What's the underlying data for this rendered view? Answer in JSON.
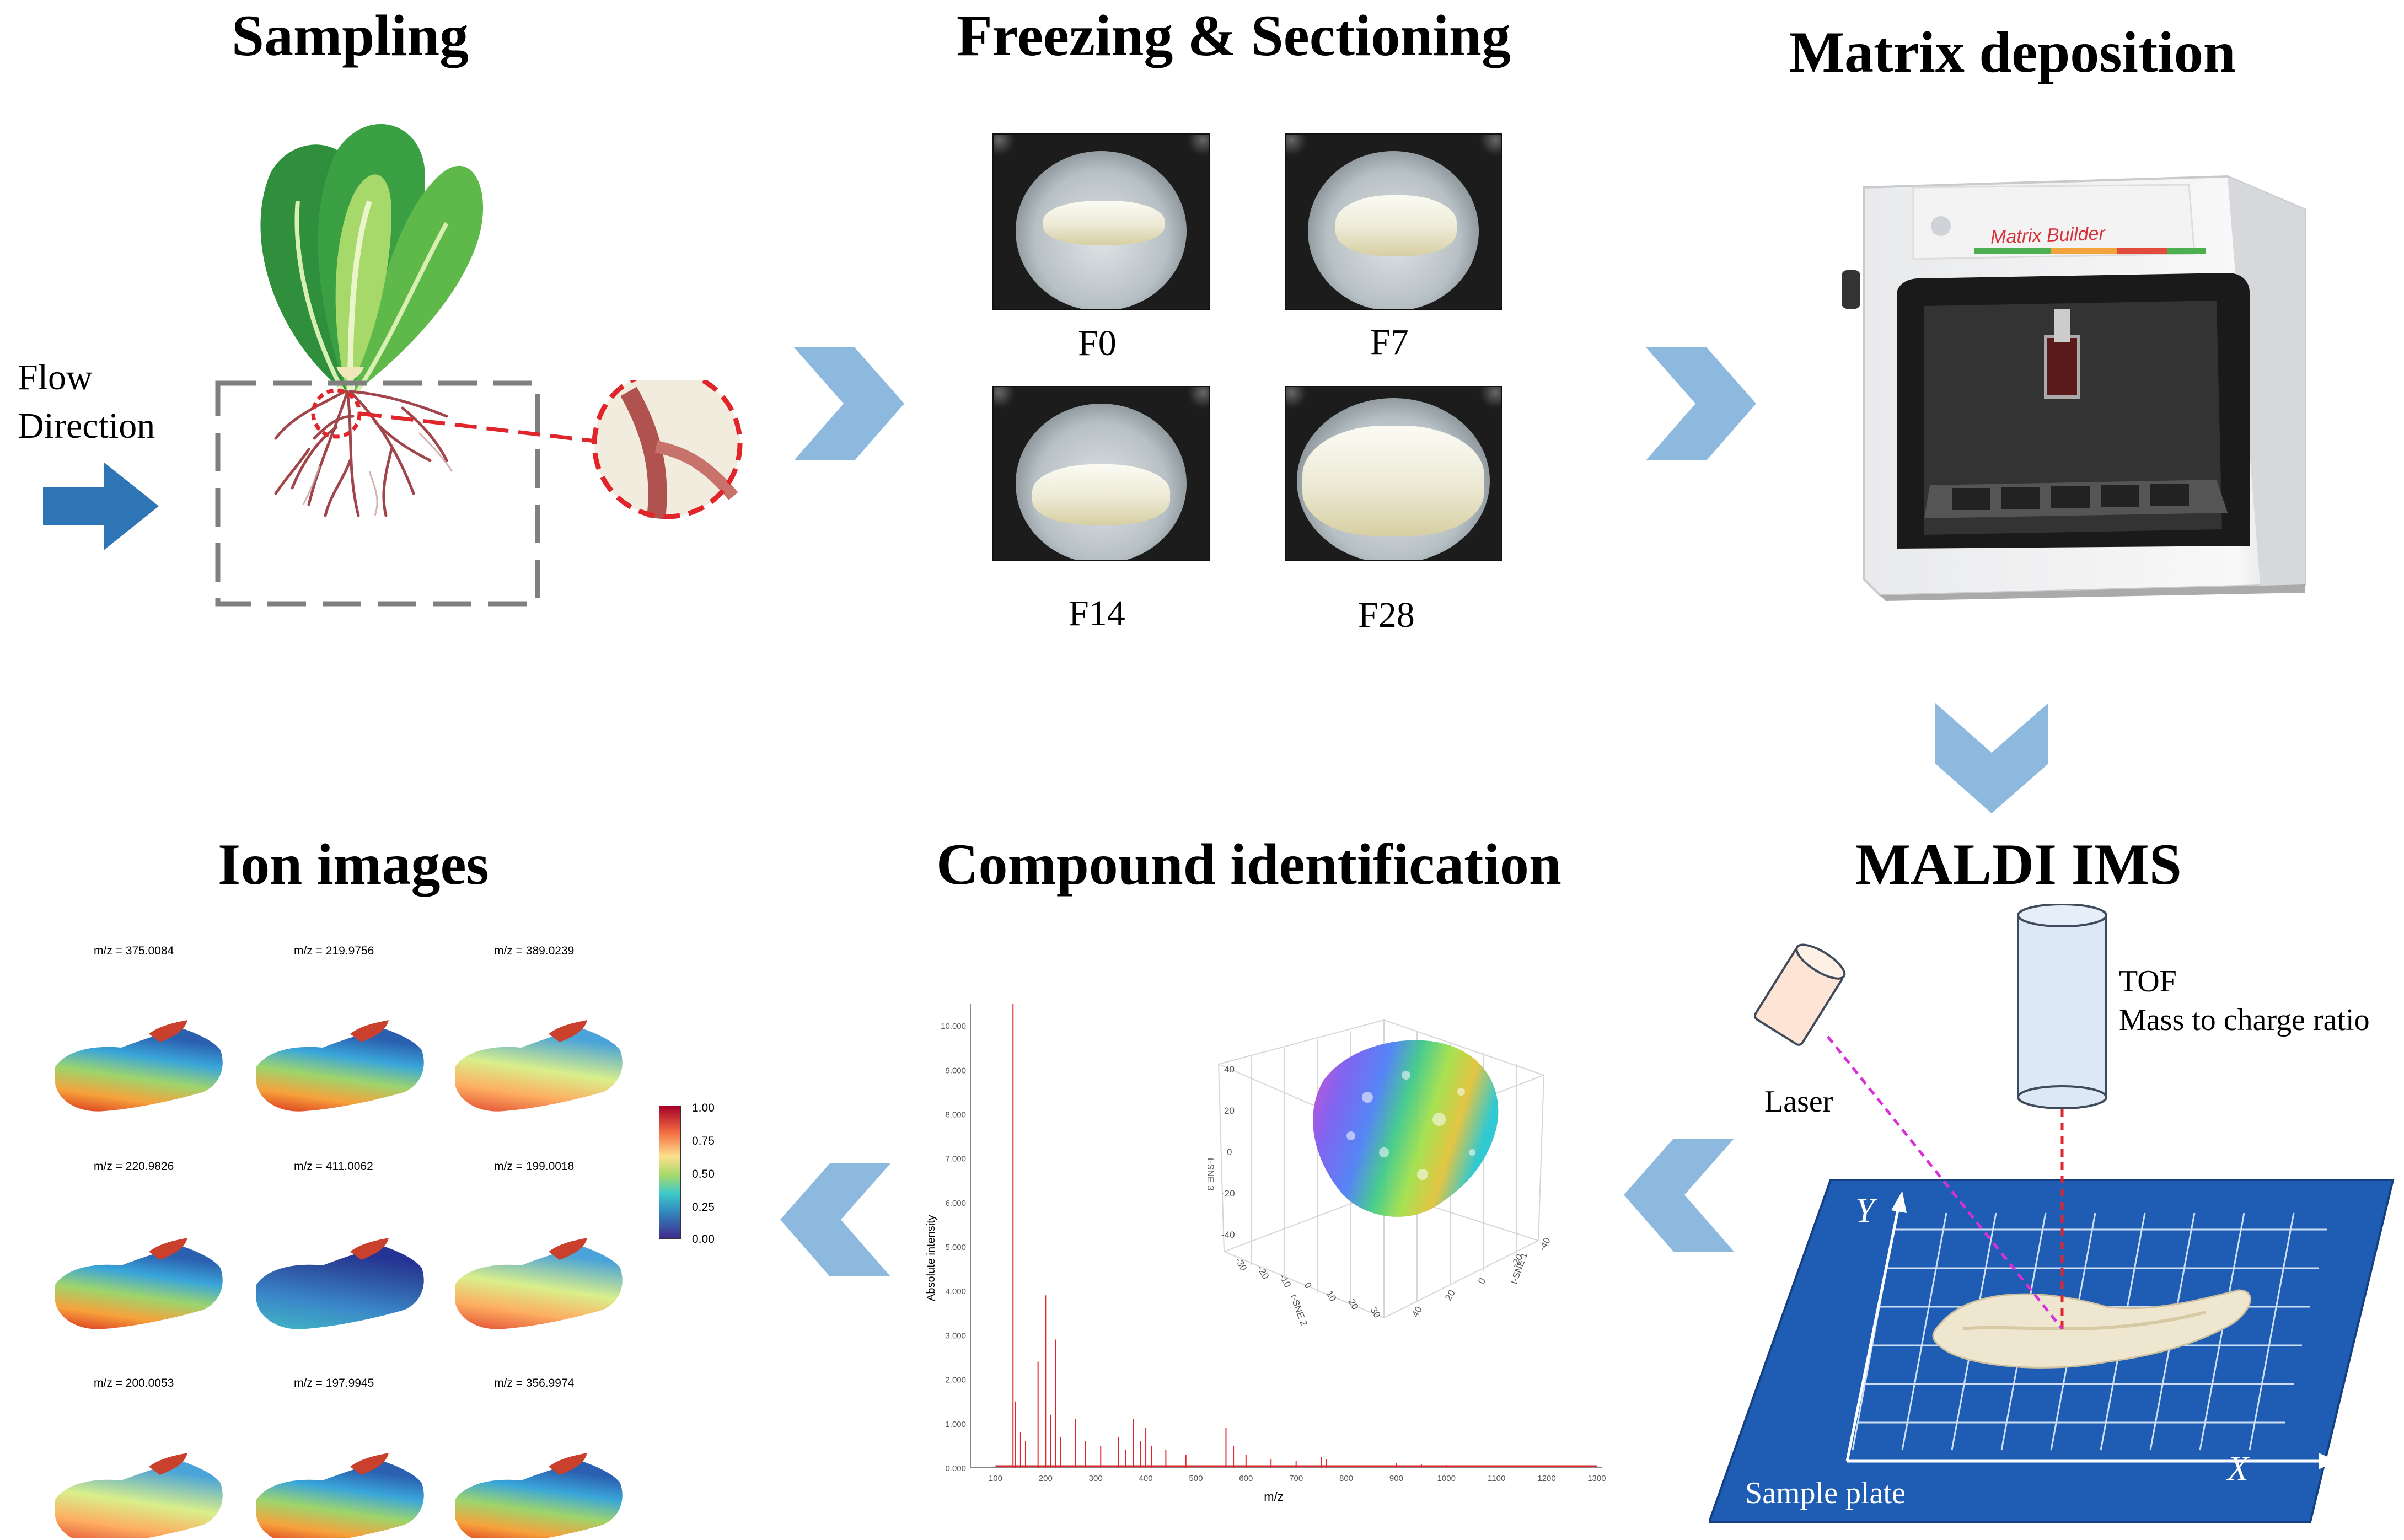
{
  "titles": {
    "sampling": "Sampling",
    "freezing": "Freezing & Sectioning",
    "matrix": "Matrix deposition",
    "ion_images": "Ion images",
    "compound": "Compound identification",
    "maldi": "MALDI IMS"
  },
  "sampling": {
    "flow_line1": "Flow",
    "flow_line2": "Direction"
  },
  "freezing": {
    "samples": [
      "F0",
      "F7",
      "F14",
      "F28"
    ]
  },
  "matrix": {
    "device_label": "Matrix Builder"
  },
  "maldi": {
    "tof_line1": "TOF",
    "tof_line2": "Mass to charge ratio",
    "laser": "Laser",
    "sample_plate": "Sample plate",
    "axis_x": "X",
    "axis_y": "Y"
  },
  "ion_images": {
    "mz_labels": [
      "m/z = 375.0084",
      "m/z = 219.9756",
      "m/z = 389.0239",
      "m/z = 220.9826",
      "m/z = 411.0062",
      "m/z = 199.0018",
      "m/z = 200.0053",
      "m/z = 197.9945",
      "m/z = 356.9974"
    ],
    "colorbar_ticks": [
      "1.00",
      "0.75",
      "0.50",
      "0.25",
      "0.00"
    ]
  },
  "spectrum": {
    "ylabel": "Absolute intensity",
    "xlabel": "m/z",
    "y_ticks": [
      "0.000",
      "1.000",
      "2.000",
      "3.000",
      "4.000",
      "5.000",
      "6.000",
      "7.000",
      "8.000",
      "9.000",
      "10.000"
    ],
    "x_ticks": [
      "100",
      "200",
      "300",
      "400",
      "500",
      "600",
      "700",
      "800",
      "900",
      "1000",
      "1100",
      "1200",
      "1300"
    ],
    "xlim": [
      50,
      1310
    ],
    "ylim": [
      0,
      10500
    ],
    "peaks": [
      [
        135,
        10500
      ],
      [
        140,
        1500
      ],
      [
        150,
        800
      ],
      [
        160,
        600
      ],
      [
        185,
        2400
      ],
      [
        200,
        3900
      ],
      [
        210,
        1200
      ],
      [
        220,
        2900
      ],
      [
        230,
        700
      ],
      [
        260,
        1100
      ],
      [
        280,
        600
      ],
      [
        310,
        500
      ],
      [
        345,
        700
      ],
      [
        360,
        400
      ],
      [
        375,
        1100
      ],
      [
        390,
        600
      ],
      [
        400,
        900
      ],
      [
        411,
        500
      ],
      [
        440,
        400
      ],
      [
        480,
        300
      ],
      [
        560,
        900
      ],
      [
        575,
        500
      ],
      [
        600,
        300
      ],
      [
        650,
        200
      ],
      [
        700,
        150
      ],
      [
        750,
        250
      ],
      [
        760,
        200
      ],
      [
        900,
        100
      ],
      [
        950,
        90
      ],
      [
        1000,
        60
      ]
    ],
    "color": "#e0262b"
  },
  "tsne": {
    "axis1": "t-SNE 1",
    "axis2": "t-SNE 2",
    "axis3": "t-SNE 3",
    "ticks_left": [
      "40",
      "20",
      "0",
      "-20",
      "-40"
    ],
    "ticks_bottom": [
      "-30",
      "-20",
      "-10",
      "0",
      "10",
      "20",
      "30"
    ],
    "ticks_right": [
      "40",
      "20",
      "0",
      "-20",
      "-40"
    ]
  },
  "colors": {
    "arrow": "#8db9df",
    "flow_arrow": "#2e75b6",
    "callout": "#e0262b",
    "plate": "#1f5db4",
    "laser_beam": "#d92fd9",
    "tof_beam": "#e0262b"
  }
}
